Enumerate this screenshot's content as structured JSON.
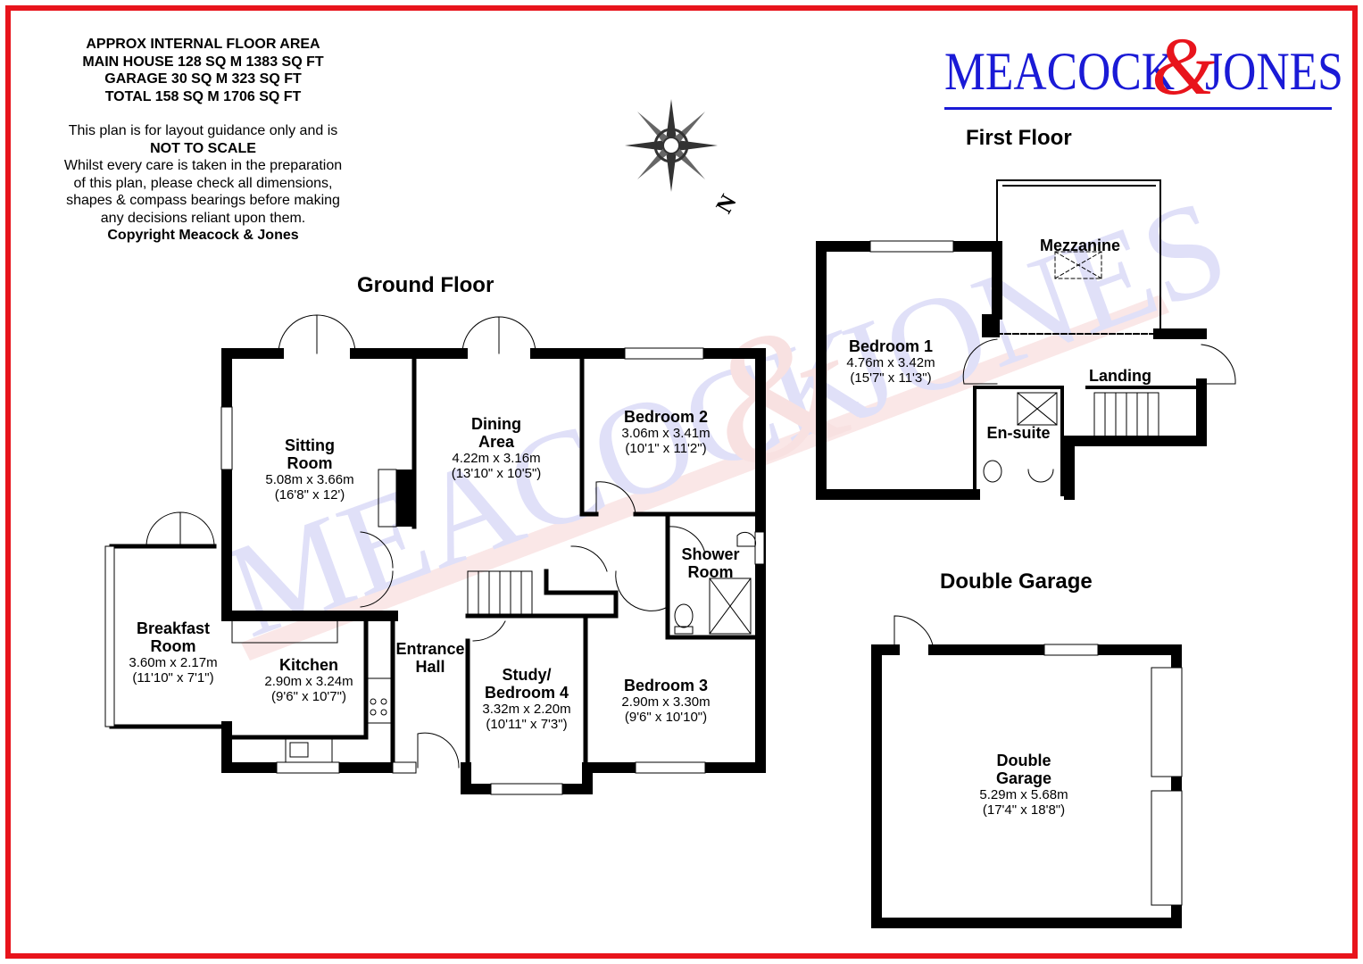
{
  "brand": {
    "name_left": "MEACOCK",
    "ampersand": "&",
    "name_right": "JONES",
    "primary_color": "#1a1ad6",
    "accent_color": "#e8141c",
    "watermark_text": "MEACOCK & JONES"
  },
  "info": {
    "area_lines": [
      "APPROX INTERNAL FLOOR AREA",
      "MAIN HOUSE 128 SQ M 1383 SQ FT",
      "GARAGE 30 SQ M 323 SQ FT",
      "TOTAL 158 SQ M 1706 SQ FT"
    ],
    "disclaimer_line1": "This plan is for layout guidance only and is",
    "not_to_scale": "NOT TO SCALE",
    "disclaimer_lines": [
      "Whilst every care is taken in the preparation",
      "of this plan, please check all dimensions,",
      "shapes & compass bearings before making",
      "any decisions reliant upon them."
    ],
    "copyright": "Copyright Meacock & Jones"
  },
  "compass": {
    "north_label": "N",
    "icon": "compass-rose-icon"
  },
  "headings": {
    "ground_floor": "Ground Floor",
    "first_floor": "First Floor",
    "double_garage": "Double Garage"
  },
  "rooms": {
    "sitting_room": {
      "name_l1": "Sitting",
      "name_l2": "Room",
      "metric": "5.08m x 3.66m",
      "imperial": "(16'8\" x 12')"
    },
    "dining_area": {
      "name_l1": "Dining",
      "name_l2": "Area",
      "metric": "4.22m x 3.16m",
      "imperial": "(13'10\" x 10'5\")"
    },
    "bedroom_2": {
      "name": "Bedroom 2",
      "metric": "3.06m x 3.41m",
      "imperial": "(10'1\" x 11'2\")"
    },
    "shower_room": {
      "name_l1": "Shower",
      "name_l2": "Room"
    },
    "breakfast_room": {
      "name_l1": "Breakfast",
      "name_l2": "Room",
      "metric": "3.60m x 2.17m",
      "imperial": "(11'10\" x 7'1\")"
    },
    "kitchen": {
      "name": "Kitchen",
      "metric": "2.90m x 3.24m",
      "imperial": "(9'6\" x 10'7\")"
    },
    "entrance_hall": {
      "name_l1": "Entrance",
      "name_l2": "Hall"
    },
    "study": {
      "name_l1": "Study/",
      "name_l2": "Bedroom 4",
      "metric": "3.32m x 2.20m",
      "imperial": "(10'11\" x 7'3\")"
    },
    "bedroom_3": {
      "name": "Bedroom 3",
      "metric": "2.90m x 3.30m",
      "imperial": "(9'6\" x 10'10\")"
    },
    "bedroom_1": {
      "name": "Bedroom 1",
      "metric": "4.76m x 3.42m",
      "imperial": "(15'7\" x 11'3\")"
    },
    "mezzanine": {
      "name": "Mezzanine"
    },
    "landing": {
      "name": "Landing"
    },
    "en_suite": {
      "name": "En-suite"
    },
    "double_garage": {
      "name_l1": "Double",
      "name_l2": "Garage",
      "metric": "5.29m x 5.68m",
      "imperial": "(17'4\" x 18'8\")"
    }
  }
}
